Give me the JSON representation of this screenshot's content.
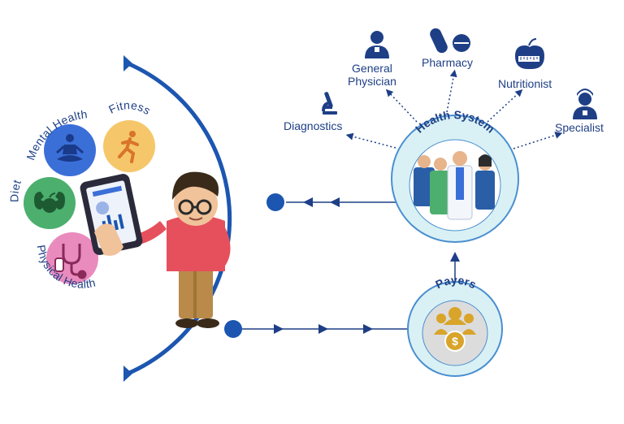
{
  "center_label": "Health System",
  "payer_label": "Payers",
  "services": [
    {
      "name": "diagnostics",
      "label": "Diagnostics",
      "icon": "microscope-icon"
    },
    {
      "name": "general-physician",
      "label": "General\nPhysician",
      "icon": "doctor-icon"
    },
    {
      "name": "pharmacy",
      "label": "Pharmacy",
      "icon": "pill-icon"
    },
    {
      "name": "nutritionist",
      "label": "Nutritionist",
      "icon": "apple-scale-icon"
    },
    {
      "name": "specialist",
      "label": "Specialist",
      "icon": "nurse-icon"
    }
  ],
  "personal_health": [
    {
      "name": "mental-health",
      "label": "Mental Health",
      "icon": "meditation-icon",
      "color": "#3b6fd8"
    },
    {
      "name": "fitness",
      "label": "Fitness",
      "icon": "runner-icon",
      "color": "#f5c76a"
    },
    {
      "name": "diet",
      "label": "Diet",
      "icon": "muscle-apple-icon",
      "color": "#4caf6e"
    },
    {
      "name": "physical-health",
      "label": "Physical Health",
      "icon": "stethoscope-icon",
      "color": "#e98bbd"
    }
  ],
  "colors": {
    "primary": "#1e3f86",
    "arc": "#1c56b0",
    "hub_ring": "#d9f1f5",
    "hub_border": "#4a8fd0",
    "gold": "#d9a42a"
  }
}
